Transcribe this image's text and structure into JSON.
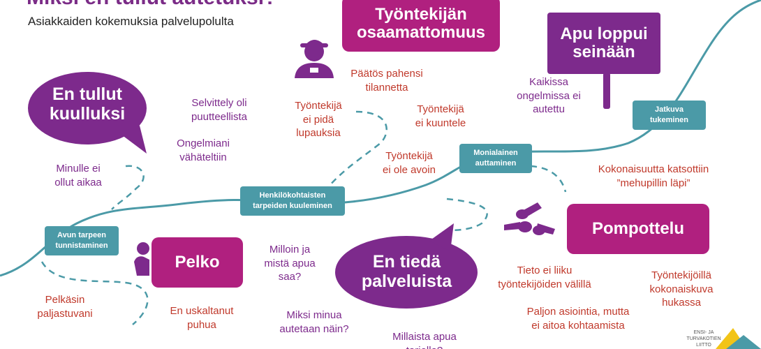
{
  "header": {
    "title": "Miksi en tullut autetuksi?",
    "subtitle": "Asiakkaiden kokemuksia palvelupolulta"
  },
  "boxes": {
    "tyontekijan": "Työntekijän\nosaamattomuus",
    "apu_loppui": "Apu loppui\nseinään",
    "pompottelu": "Pompottelu",
    "pelko": "Pelko"
  },
  "bubbles": {
    "en_tullut_kuulluksi": "En tullut\nkuulluksi",
    "en_tieda_palveluista": "En tiedä\npalveluista"
  },
  "path_labels": {
    "avun_tarpeen": "Avun tarpeen\ntunnistaminen",
    "henkilokohtaisten": "Henkilökohtaisten\ntarpeiden kuuleminen",
    "monialainen": "Monialainen\nauttaminen",
    "jatkuva": "Jatkuva\ntukeminen"
  },
  "notes": {
    "selvittely": "Selvittely oli\npuutteellista",
    "ongelmiani": "Ongelmiani\nvähäteltiin",
    "minulle_ei": "Minulle ei\nollut aikaa",
    "paatos": "Päätös pahensi\ntilannetta",
    "ei_pida": "Työntekijä\nei pidä\nlupauksia",
    "ei_kuuntele": "Työntekijä\nei kuuntele",
    "ei_avoin": "Työntekijä\nei ole avoin",
    "kaikissa": "Kaikissa\nongelmissa ei\nautettu",
    "kokonaisuutta": "Kokonaisuutta katsottiin\n”mehupillin läpi”",
    "tieto_ei": "Tieto ei liiku\ntyöntekijöiden välillä",
    "kokonaiskuva": "Työntekijöillä\nkokonaiskuva\nhukassa",
    "paljon": "Paljon asiointia, mutta\nei aitoa kohtaamista",
    "milloin": "Milloin ja\nmistä apua\nsaa?",
    "miksi": "Miksi minua\nautetaan näin?",
    "millaista": "Millaista apua\ntarjolla?",
    "pelkasin": "Pelkäsin\npaljastuvani",
    "uskaltanut": "En uskaltanut\npuhua"
  },
  "logo": {
    "text": "ENSI- JA\nTURVAKOTIEN\nLIITTO"
  },
  "icons": [
    "worker-icon",
    "person-peeking-icon",
    "pointing-hands-icon",
    "signpost-icon"
  ],
  "colors": {
    "magenta": "#b0207f",
    "purple": "#7d2a8c",
    "teal": "#4b9aa7",
    "red_text": "#c0392b"
  }
}
